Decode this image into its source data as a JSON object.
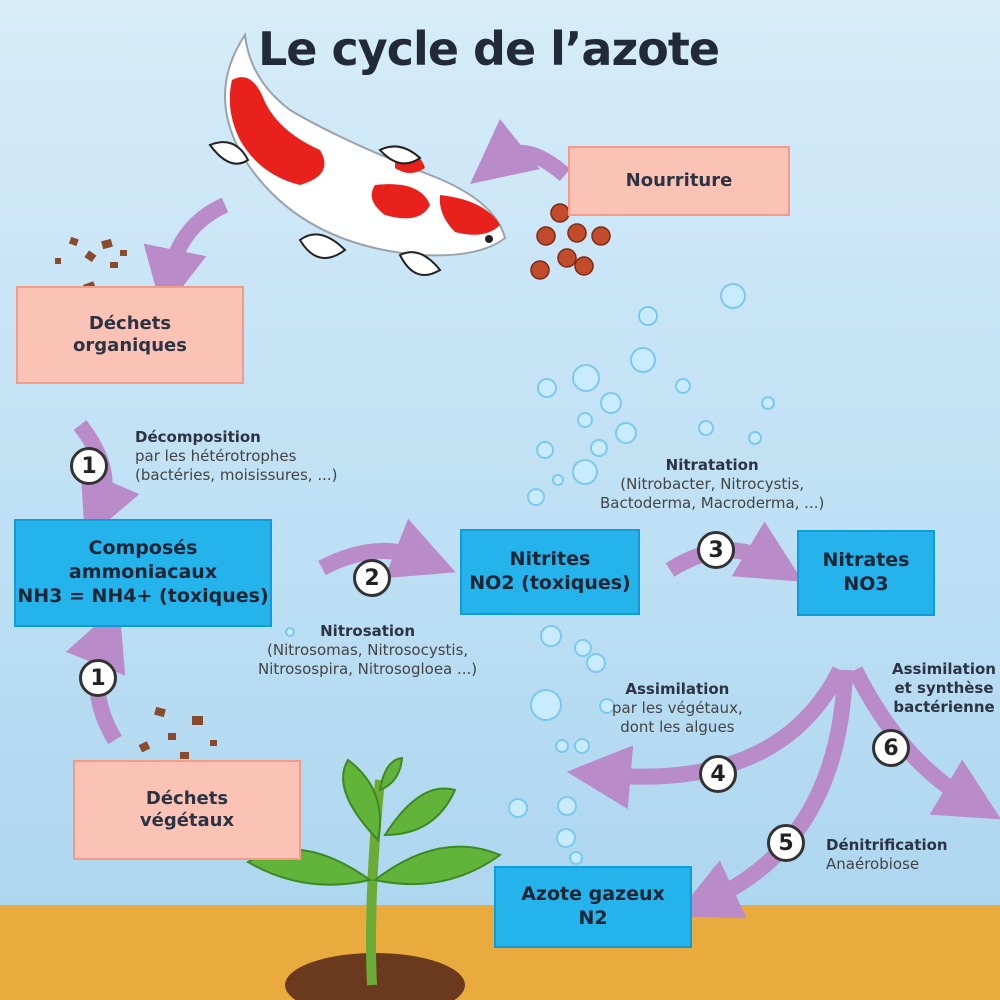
{
  "title": "Le cycle de l’azote",
  "boxes": {
    "nourriture": "Nourriture",
    "dechets_organiques": [
      "Déchets",
      "organiques"
    ],
    "composes_ammoniacaux": [
      "Composés",
      "ammoniacaux",
      "NH3 = NH4+ (toxiques)"
    ],
    "nitrites": [
      "Nitrites",
      "NO2 (toxiques)"
    ],
    "nitrates": [
      "Nitrates",
      "NO3"
    ],
    "dechets_vegetaux": [
      "Déchets",
      "végétaux"
    ],
    "azote_gazeux": [
      "Azote gazeux",
      "N2"
    ]
  },
  "steps": {
    "decomposition": {
      "number": "1",
      "title": "Décomposition",
      "lines": [
        "par les hétérotrophes",
        "(bactéries, moisissures, ...)"
      ]
    },
    "decomposition_vegetale": {
      "number": "1"
    },
    "nitrosation": {
      "number": "2",
      "title": "Nitrosation",
      "lines": [
        "(Nitrosomas, Nitrosocystis,",
        "Nitrosospira, Nitrosogloea ...)"
      ]
    },
    "nitratation": {
      "number": "3",
      "title": "Nitratation",
      "lines": [
        "(Nitrobacter, Nitrocystis,",
        "Bactoderma, Macroderma, ...)"
      ]
    },
    "assimilation_vegetaux": {
      "number": "4",
      "title": "Assimilation",
      "lines": [
        "par les végétaux,",
        "dont les algues"
      ]
    },
    "denitrification": {
      "number": "5",
      "title": "Dénitrification",
      "lines": [
        "Anaérobiose"
      ]
    },
    "assimilation_bacterienne": {
      "number": "6",
      "title": [
        "Assimilation",
        "et synthèse",
        "bactérienne"
      ]
    }
  },
  "colors": {
    "arrow": "#b98bc9",
    "box_blue": "#25b3ec",
    "box_salmon": "#fbc3b6",
    "ground": "#e9ab3e",
    "koi_red": "#e8211d"
  }
}
